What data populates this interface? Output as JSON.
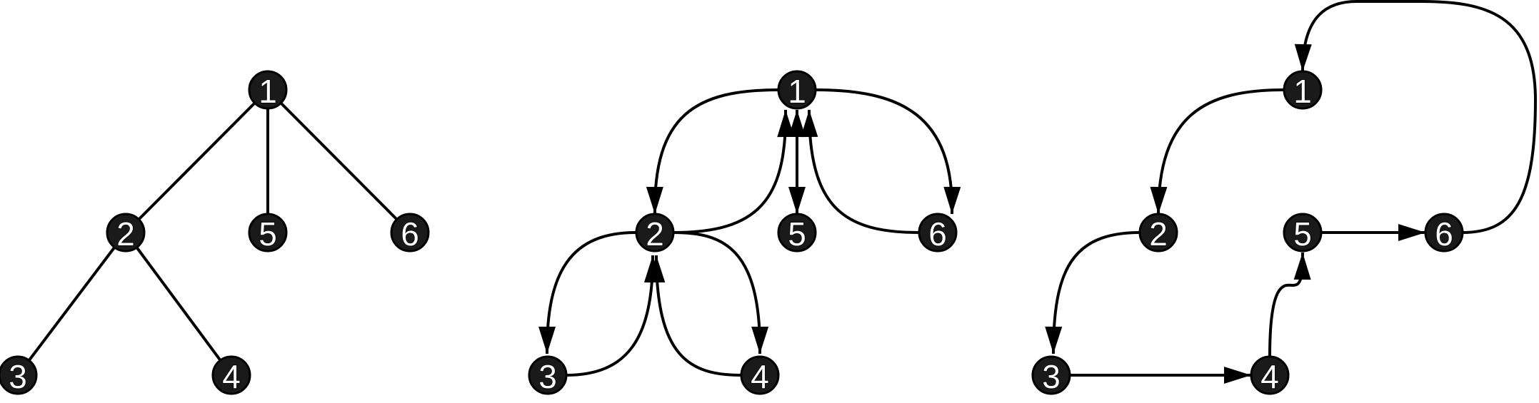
{
  "diagrams": [
    {
      "id": "tree",
      "nodes": [
        "1",
        "2",
        "3",
        "4",
        "5",
        "6"
      ],
      "edges": [
        [
          "1",
          "2"
        ],
        [
          "1",
          "5"
        ],
        [
          "1",
          "6"
        ],
        [
          "2",
          "3"
        ],
        [
          "2",
          "4"
        ]
      ]
    },
    {
      "id": "euler-tour",
      "nodes": [
        "1",
        "2",
        "3",
        "4",
        "5",
        "6"
      ],
      "edges": [
        [
          "1",
          "2"
        ],
        [
          "2",
          "3"
        ],
        [
          "3",
          "2"
        ],
        [
          "2",
          "4"
        ],
        [
          "4",
          "2"
        ],
        [
          "2",
          "1"
        ],
        [
          "1",
          "5"
        ],
        [
          "5",
          "1"
        ],
        [
          "1",
          "6"
        ],
        [
          "6",
          "1"
        ]
      ]
    },
    {
      "id": "preorder-cycle",
      "nodes": [
        "1",
        "2",
        "3",
        "4",
        "5",
        "6"
      ],
      "edges": [
        [
          "1",
          "2"
        ],
        [
          "2",
          "3"
        ],
        [
          "3",
          "4"
        ],
        [
          "4",
          "5"
        ],
        [
          "5",
          "6"
        ],
        [
          "6",
          "1"
        ]
      ]
    }
  ]
}
